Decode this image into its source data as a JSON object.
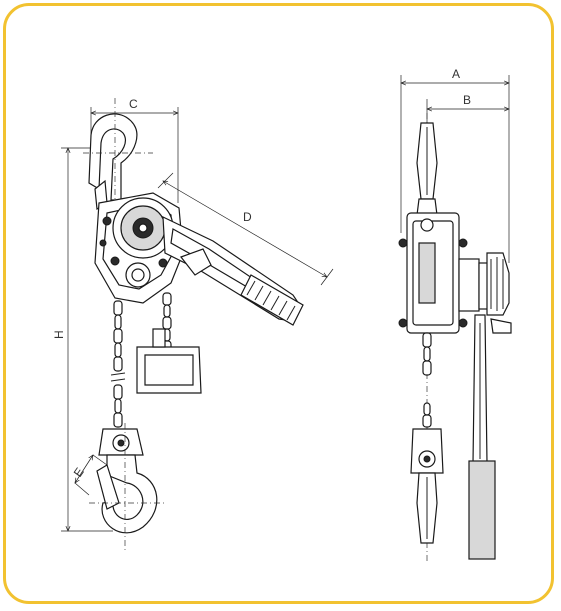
{
  "dimension_labels": {
    "a": "A",
    "b": "B",
    "c": "C",
    "d": "D",
    "e": "E",
    "h": "H"
  },
  "colors": {
    "frame": "#f2c230",
    "line": "#222222",
    "grip": "#d8d8d8"
  }
}
